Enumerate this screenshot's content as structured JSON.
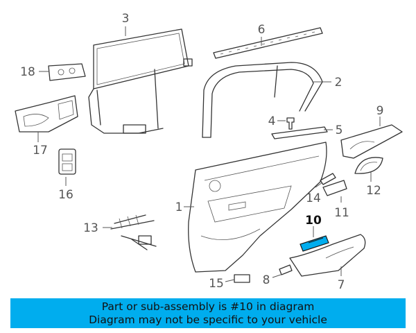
{
  "diagram": {
    "callouts": [
      {
        "id": "1",
        "label": "1"
      },
      {
        "id": "2",
        "label": "2"
      },
      {
        "id": "3",
        "label": "3"
      },
      {
        "id": "4",
        "label": "4"
      },
      {
        "id": "5",
        "label": "5"
      },
      {
        "id": "6",
        "label": "6"
      },
      {
        "id": "7",
        "label": "7"
      },
      {
        "id": "8",
        "label": "8"
      },
      {
        "id": "9",
        "label": "9"
      },
      {
        "id": "10",
        "label": "10"
      },
      {
        "id": "11",
        "label": "11"
      },
      {
        "id": "12",
        "label": "12"
      },
      {
        "id": "13",
        "label": "13"
      },
      {
        "id": "14",
        "label": "14"
      },
      {
        "id": "15",
        "label": "15"
      },
      {
        "id": "16",
        "label": "16"
      },
      {
        "id": "17",
        "label": "17"
      },
      {
        "id": "18",
        "label": "18"
      }
    ],
    "highlighted_part": "10",
    "highlight_color": "#00adee",
    "line_color": "#333333"
  },
  "banner": {
    "line1": "Part or sub-assembly is #10 in diagram",
    "line2": "Diagram may not be specific to your vehicle",
    "background": "#00adee"
  }
}
